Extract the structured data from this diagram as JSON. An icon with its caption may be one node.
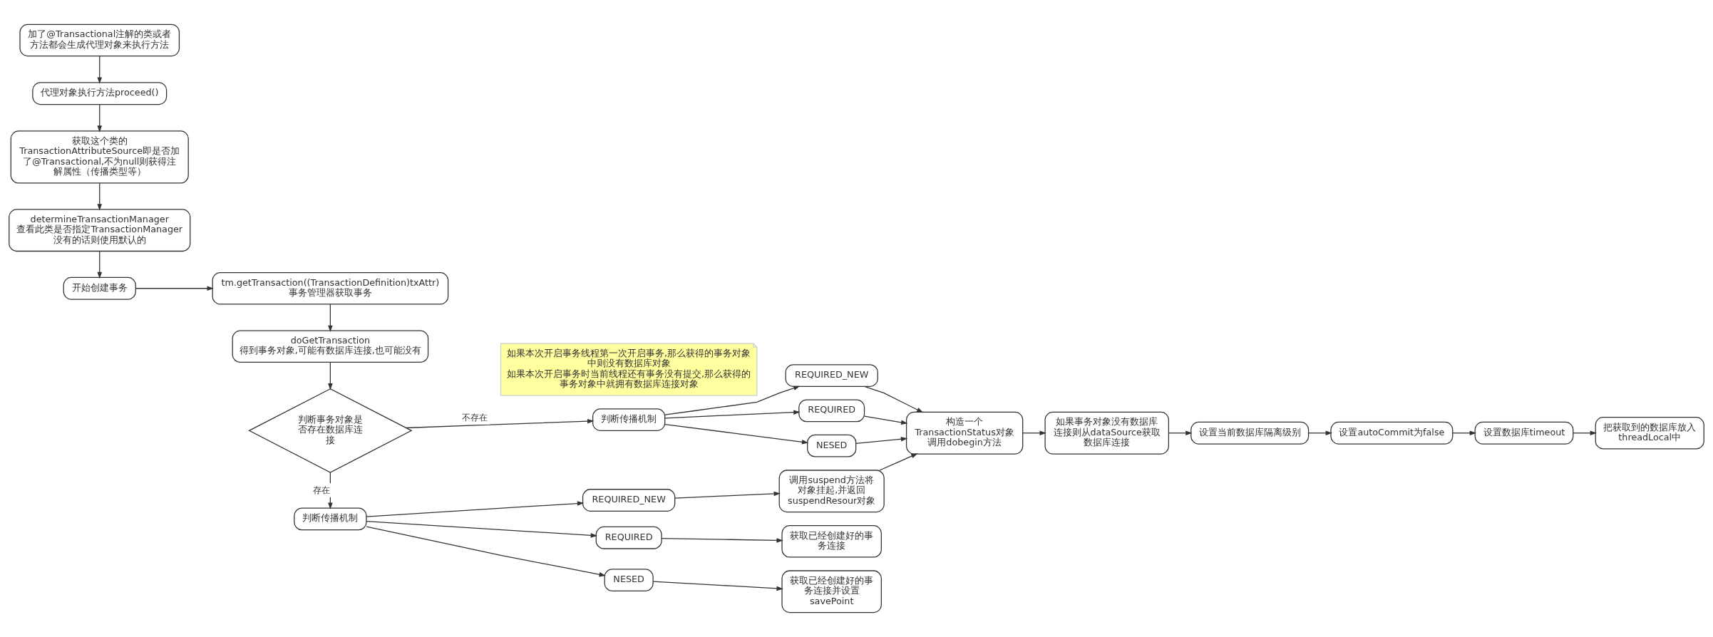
{
  "diagram": {
    "nodes": [
      {
        "text": [
          "加了@Transactional注解的类或者方法都会生成代理对象来执行方法"
        ]
      },
      {
        "text": [
          "代理对象执行方法proceed()"
        ]
      },
      {
        "text": [
          "获取这个类的TransactionAttributeSource即是否加了@Transactional,不为null则获得注解属性（传播类型等）"
        ]
      },
      {
        "text": [
          "determineTransactionManager",
          "查看此类是否指定TransactionManager没有的话则使用默认的"
        ]
      },
      {
        "text": [
          "开始创建事务"
        ]
      },
      {
        "text": [
          "tm.getTransaction((TransactionDefinition)txAttr)",
          "事务管理器获取事务"
        ]
      },
      {
        "text": [
          "doGetTransaction",
          "得到事务对象,可能有数据库连接,也可能没有"
        ]
      },
      {
        "text": [
          "判断事务对象是否存在数据库连接"
        ]
      },
      {
        "text": [
          "判断传播机制"
        ]
      },
      {
        "text": [
          "REQUIRED_NEW"
        ]
      },
      {
        "text": [
          "REQUIRED"
        ]
      },
      {
        "text": [
          "NESED"
        ]
      },
      {
        "text": [
          "调用suspend方法将对象挂起,并返回suspendResour对象"
        ]
      },
      {
        "text": [
          "获取已经创建好的事务连接"
        ]
      },
      {
        "text": [
          "获取已经创建好的事务连接并设置savePoint"
        ]
      },
      {
        "text": [
          "判断传播机制"
        ]
      },
      {
        "text": [
          "REQUIRED_NEW"
        ]
      },
      {
        "text": [
          "REQUIRED"
        ]
      },
      {
        "text": [
          "NESED"
        ]
      },
      {
        "text": [
          "构造一个TransactionStatus对象调用dobegin方法"
        ]
      },
      {
        "text": [
          "如果事务对象没有数据库连接则从dataSource获取数据库连接"
        ]
      },
      {
        "text": [
          "设置当前数据库隔离级别"
        ]
      },
      {
        "text": [
          "设置autoCommit为false"
        ]
      },
      {
        "text": [
          "设置数据库timeout"
        ]
      },
      {
        "text": [
          "把获取到的数据库放入threadLocal中"
        ]
      },
      {
        "text": [
          "如果本次开启事务线程第一次开启事务,那么获得的事务对象中则没有数据库对象",
          "如果本次开启事务时当前线程还有事务没有提交,那么获得的事务对象中就拥有数据库连接对象"
        ]
      }
    ],
    "edges": [
      {
        "from": 0,
        "to": 1,
        "arrow": "to"
      },
      {
        "from": 1,
        "to": 2,
        "arrow": "to"
      },
      {
        "from": 2,
        "to": 3,
        "arrow": "to"
      },
      {
        "from": 3,
        "to": 4,
        "arrow": "to"
      },
      {
        "from": 4,
        "to": 5,
        "arrow": "to"
      },
      {
        "from": 5,
        "to": 6,
        "arrow": "to"
      },
      {
        "from": 6,
        "to": 7,
        "arrow": "to"
      },
      {
        "from": 7,
        "to": 8,
        "arrow": "to",
        "label": "存在"
      },
      {
        "from": 7,
        "to": 15,
        "arrow": "to",
        "label": "不存在"
      },
      {
        "from": 8,
        "to": 9,
        "arrow": "to"
      },
      {
        "from": 8,
        "to": 10,
        "arrow": "to"
      },
      {
        "from": 8,
        "to": 11,
        "arrow": "to"
      },
      {
        "from": 9,
        "to": 12,
        "arrow": "to"
      },
      {
        "from": 10,
        "to": 13,
        "arrow": "to"
      },
      {
        "from": 11,
        "to": 14,
        "arrow": "to"
      },
      {
        "from": 15,
        "to": 16,
        "arrow": "to"
      },
      {
        "from": 15,
        "to": 17,
        "arrow": "to"
      },
      {
        "from": 15,
        "to": 18,
        "arrow": "to"
      },
      {
        "from": 12,
        "to": 19,
        "arrow": "to"
      },
      {
        "from": 16,
        "to": 19,
        "arrow": "to"
      },
      {
        "from": 17,
        "to": 19,
        "arrow": "to"
      },
      {
        "from": 18,
        "to": 19,
        "arrow": "to"
      },
      {
        "from": 19,
        "to": 20,
        "arrow": "to"
      },
      {
        "from": 20,
        "to": 21,
        "arrow": "to"
      },
      {
        "from": 21,
        "to": 22,
        "arrow": "to"
      },
      {
        "from": 22,
        "to": 23,
        "arrow": "to"
      },
      {
        "from": 23,
        "to": 24,
        "arrow": "to"
      }
    ]
  }
}
